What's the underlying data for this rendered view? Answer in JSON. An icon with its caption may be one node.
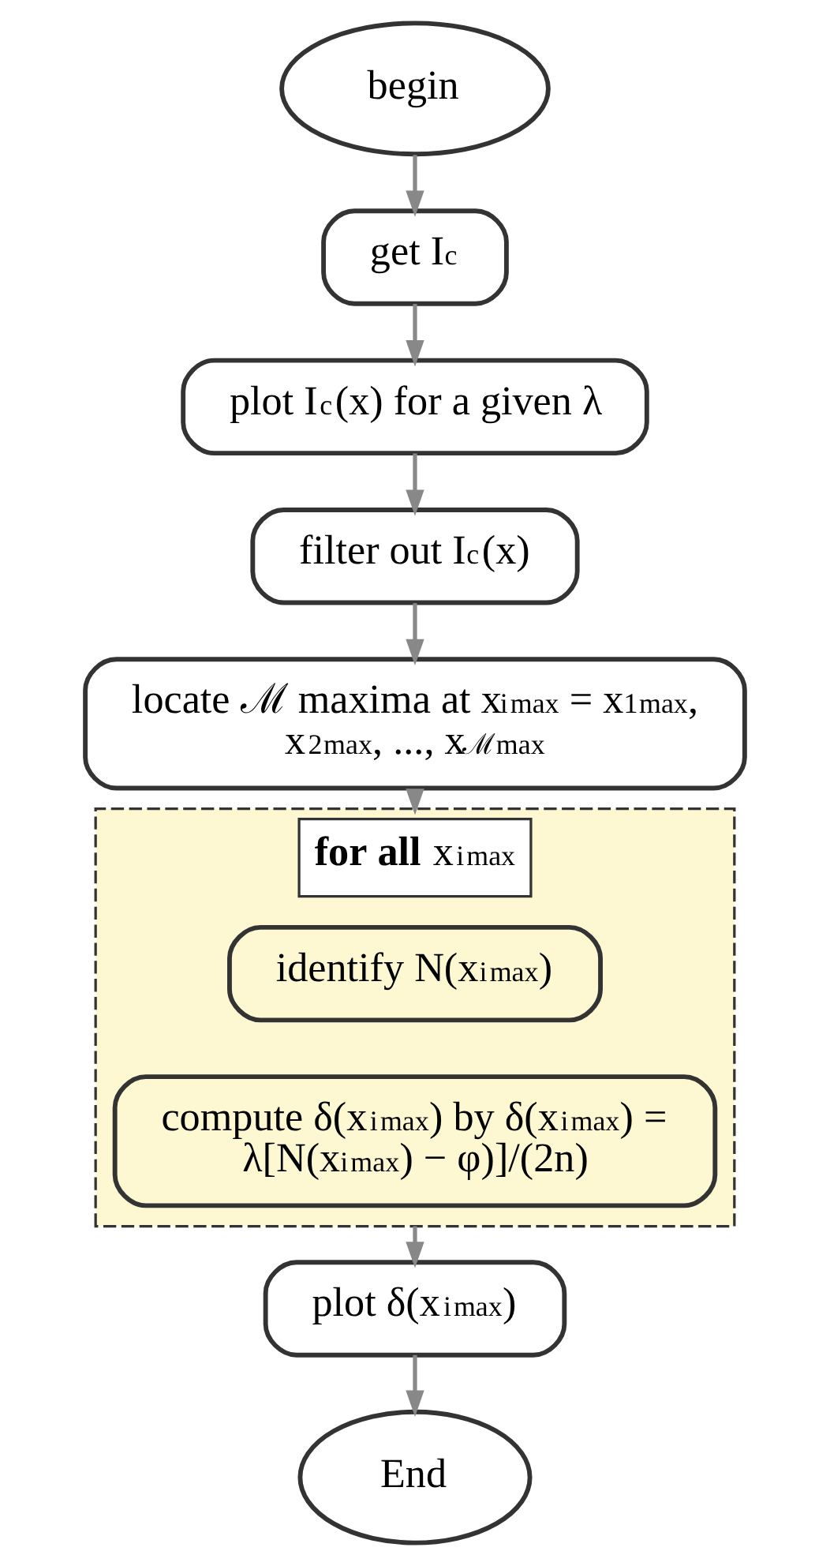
{
  "diagram": {
    "nodes": [
      {
        "text": [
          "begin"
        ]
      },
      {
        "text": [
          "get I$_{c}$"
        ]
      },
      {
        "text": [
          "plot I$_{c}$(x) for a given λ"
        ]
      },
      {
        "text": [
          "filter out I$_{c}$(x)"
        ]
      },
      {
        "text": [
          "locate ℳ maxima at x$^{i}$$_{max}$ = x$^{1}$$_{max}$, x$^{2}$$_{max}$, ..., x$^{ℳ}$$_{max}$"
        ]
      },
      {
        "text": [
          "**for all** x$^{i}$$_{max}$"
        ]
      },
      {
        "text": [
          "identify N(x$^{i}$$_{max}$)"
        ],
        "in": 5
      },
      {
        "text": [
          "compute δ(x$^{i}$$_{max}$) by δ(x$^{i}$$_{max}$) = λ[N(x$^{i}$$_{max}$) − φ)]/(2n)"
        ],
        "in": 5
      },
      {
        "text": [
          "plot δ(x$^{i}$$_{max}$)"
        ]
      },
      {
        "text": [
          "End"
        ]
      }
    ],
    "edges": [
      {
        "from": 0,
        "to": 1,
        "arrow": "to"
      },
      {
        "from": 1,
        "to": 2,
        "arrow": "to"
      },
      {
        "from": 2,
        "to": 3,
        "arrow": "to"
      },
      {
        "from": 3,
        "to": 4,
        "arrow": "to"
      },
      {
        "from": 4,
        "to": 5,
        "arrow": "to"
      },
      {
        "from": 5,
        "to": 8,
        "arrow": "to"
      },
      {
        "from": 8,
        "to": 9,
        "arrow": "to"
      }
    ]
  }
}
